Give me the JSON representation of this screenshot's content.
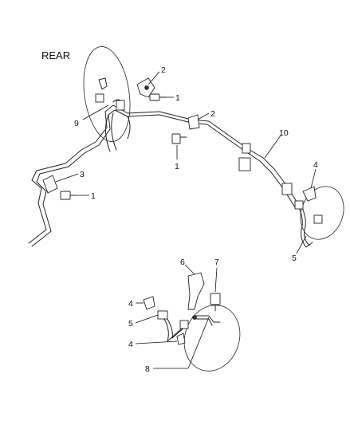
{
  "orientation_label": "REAR",
  "callouts": {
    "c2_top": "2",
    "c1_top": "1",
    "c9": "9",
    "c2_mid": "2",
    "c10": "10",
    "c1_mid": "1",
    "c3": "3",
    "c1_left": "1",
    "c4_right": "4",
    "c5_right": "5",
    "c6": "6",
    "c7": "7",
    "c4_detail_top": "4",
    "c5_detail": "5",
    "c4_detail_bottom": "4",
    "c8": "8"
  }
}
